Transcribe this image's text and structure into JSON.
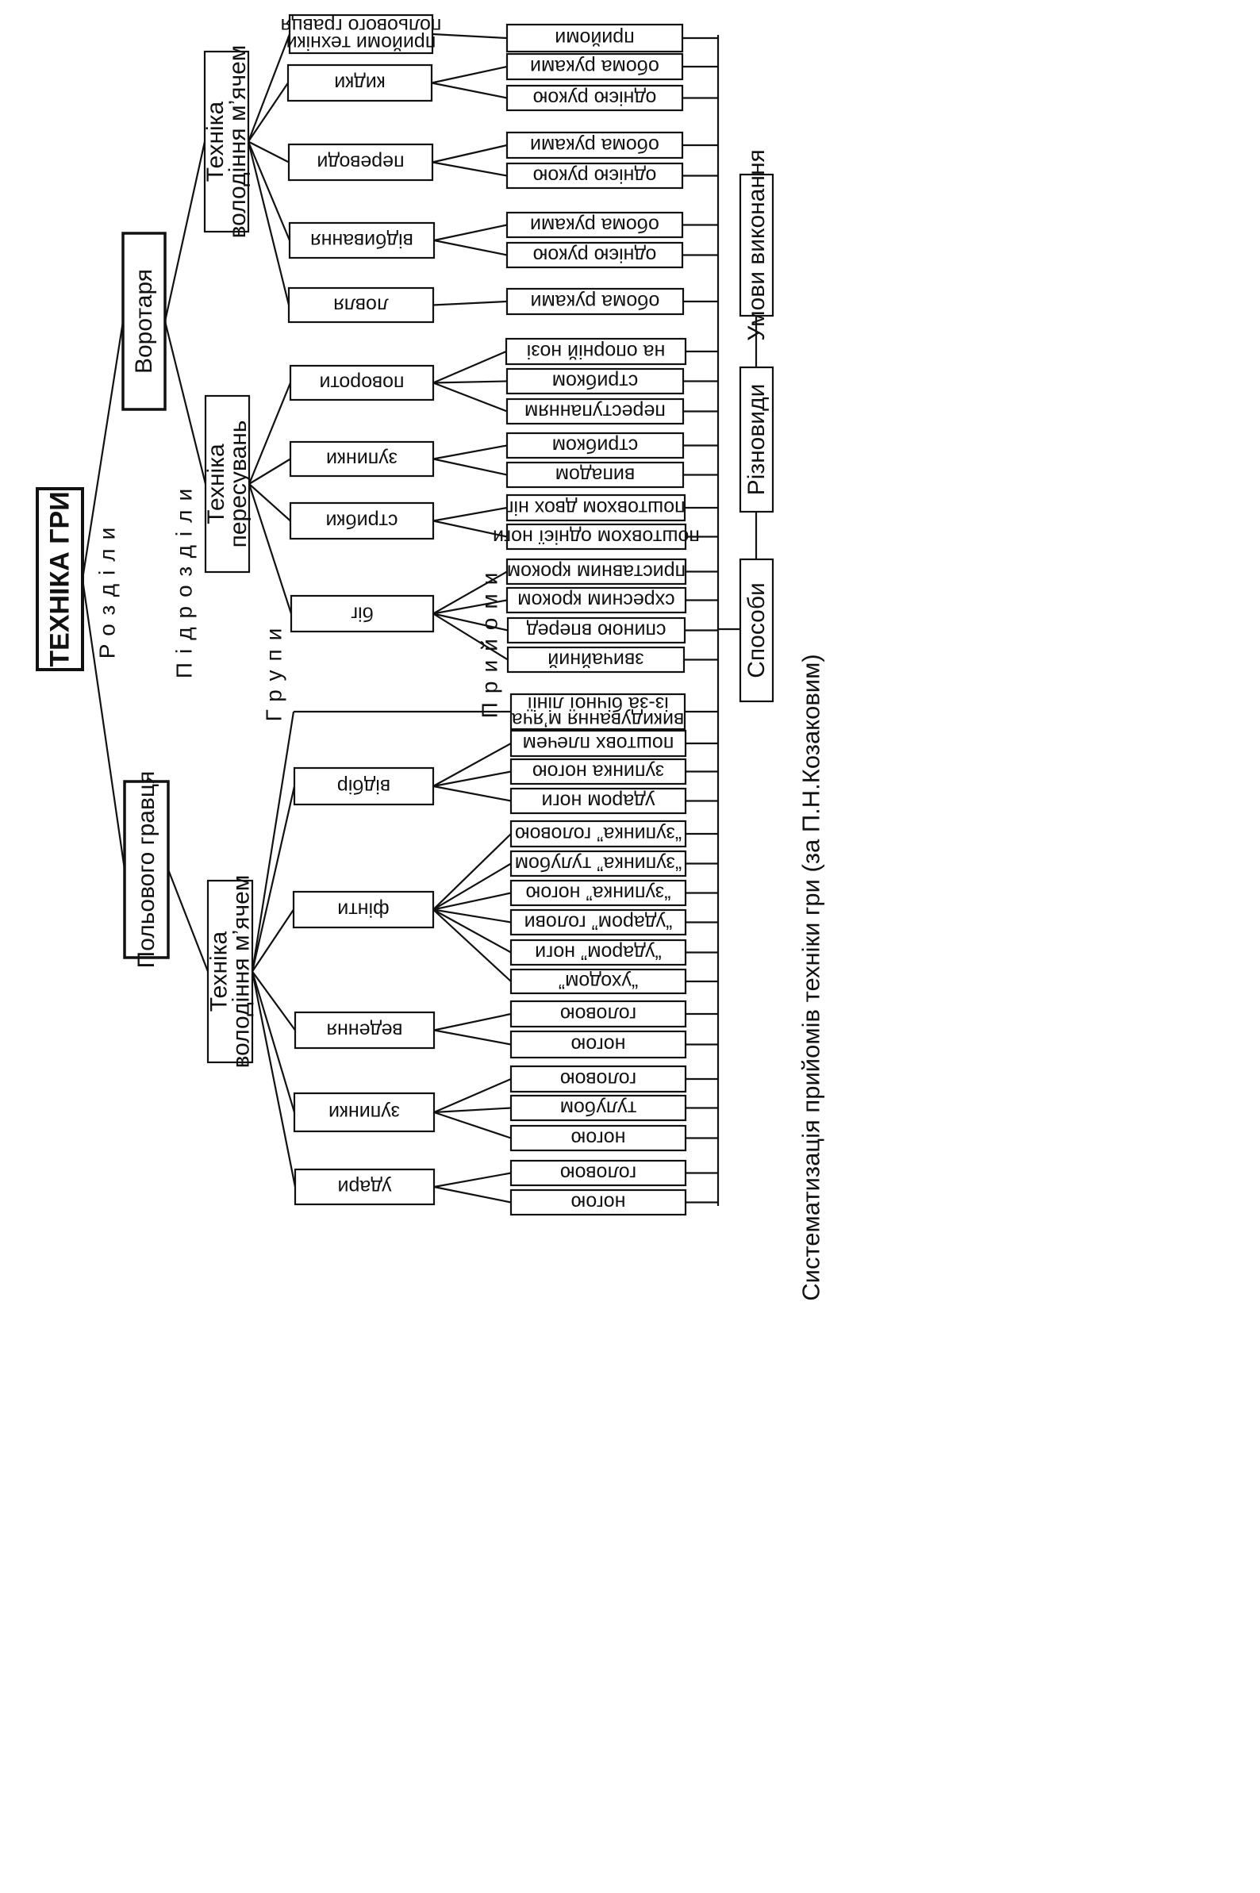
{
  "root": {
    "title": "ТЕХНІКА  ГРИ"
  },
  "labels": {
    "sections": "Розділи",
    "subsections": "Підрозділи",
    "groups": "Групи",
    "techniques": "Прийоми"
  },
  "sections": {
    "goalkeeper": "Воротаря",
    "field_player": "Польового гравця"
  },
  "subsections": {
    "gk_ball": "Техніка\nволодіння м’ячем",
    "movement": "Техніка\nпересувань",
    "fp_ball": "Техніка\nволодіння м’ячем"
  },
  "groups": {
    "gk_ball": [
      "прийоми техніки\nпольового гравця",
      "кидки",
      "переводи",
      "відбивання",
      "ловля"
    ],
    "movement": [
      "повороти",
      "зупинки",
      "стрибки",
      "біг"
    ],
    "fp_ball": [
      "відбір",
      "фінти",
      "ведення",
      "зупинки",
      "удари"
    ]
  },
  "leaves": {
    "gk_ball": [
      "прийоми",
      "обома руками",
      "однією рукою",
      "обома руками",
      "однією рукою",
      "обома руками",
      "однією рукою",
      "обома руками"
    ],
    "movement": [
      "на опорній нозі",
      "стрибком",
      "переступанням",
      "стрибком",
      "випадом",
      "поштовхом двох ніг",
      "поштовхом однієї ноги",
      "приставним кроком",
      "схресним кроком",
      "спиною вперед",
      "звичайний"
    ],
    "throw_in": "викидування м’яча\nіз-за бічної лінії",
    "fp_ball": [
      "поштовх плечем",
      "зупинка ногою",
      "ударом ноги",
      "“зупинка” головою",
      "“зупинка” тулубом",
      "“зупинка” ногою",
      "“ударом” голови",
      "“ударом” ноги",
      "“уходом”",
      "головою",
      "ногою",
      "головою",
      "тулубом",
      "ногою",
      "головою",
      "ногою"
    ]
  },
  "legend": [
    "Умови  виконання",
    "Різновиди",
    "Способи"
  ],
  "caption": "Систематизація прийомів техніки гри (за П.Н.Козаковим)"
}
